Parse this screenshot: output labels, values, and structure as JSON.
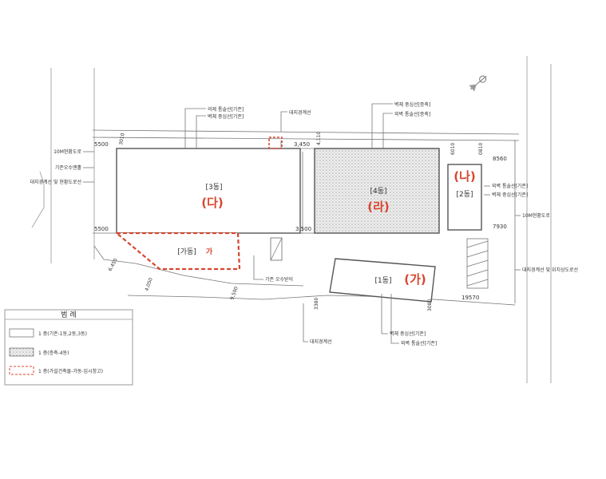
{
  "buildings": {
    "b3": {
      "label": "[3동]",
      "mark": "(다)"
    },
    "b4": {
      "label": "[4동]",
      "mark": "(라)"
    },
    "b2": {
      "label": "[2동]",
      "mark": "(나)"
    },
    "b1": {
      "label": "[1동]",
      "mark": "(가)"
    },
    "temp": {
      "label": "[가동]",
      "mark": "가"
    }
  },
  "dims": {
    "d5500a": "5500",
    "d5500b": "5500",
    "d3450": "3,450",
    "d3500": "3,500",
    "d8560": "8560",
    "d7930": "7930",
    "d19570": "19570",
    "d3380": "3380",
    "d3080": "3080",
    "d6450": "6,450",
    "d4050": "4,050",
    "d9500": "9,500",
    "d4110": "4,110",
    "d3010": "3010",
    "d6010": "6010",
    "d0810": "0810"
  },
  "labels": {
    "top_left_1": "의제 통솔선[기존]",
    "top_left_2": "벽체 중심선[기존]",
    "top_mid": "대지경계선",
    "top_right_1": "벽체 중심선[증축]",
    "top_right_2": "외벽 통솔선[증축]",
    "left_1": "10M현황도로",
    "left_2": "기존오수맨홀",
    "left_3": "대지경계선 및 현황도로선",
    "right_1": "외벽 통솔선[기존]",
    "right_2": "벽체 중심선[기존]",
    "right_road": "10M현황도로",
    "right_bottom": "대지경계선 및 위치상도로선",
    "sewage": "기존 오수받이",
    "bottom_boundary": "대지경계선",
    "bottom_1": "벽체 중심선[기존]",
    "bottom_2": "외벽 통솔선[기존]"
  },
  "legend": {
    "title": "범 례",
    "items": [
      {
        "text": "1 층(기존-1동,2동,3동)"
      },
      {
        "text": "1 층(증축-4동)"
      },
      {
        "text": "1 층(가설건축물-가동-임시창고)"
      }
    ]
  },
  "colors": {
    "accent": "#d8452e",
    "line": "#666666",
    "hatch": "#bbbbbb"
  }
}
